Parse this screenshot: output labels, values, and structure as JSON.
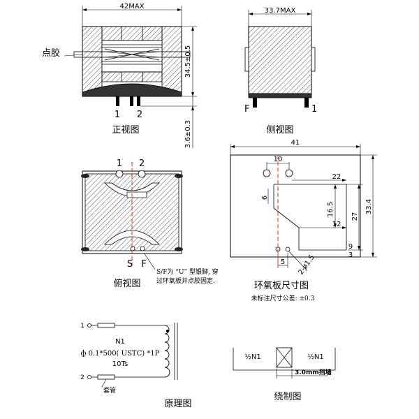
{
  "front": {
    "width_dim": "42MAX",
    "height_dim": "34.5±0.5",
    "pin_dim": "3.6±0.3",
    "glue_label": "点胶",
    "pin1": "1",
    "pin2": "2",
    "caption": "正视图"
  },
  "side": {
    "width_dim": "33.7MAX",
    "pin_f": "F",
    "pin_1": "1",
    "caption": "侧视图"
  },
  "top": {
    "pin1": "1",
    "pin2": "2",
    "mark_s": "S",
    "mark_f": "F",
    "note_line1": "S/F为 “U” 型银脚, 穿",
    "note_line2": "过环氧板并点胶固定.",
    "caption": "俯视图"
  },
  "board": {
    "d41": "41",
    "d10": "10",
    "d22": "22",
    "d6": "6",
    "d165": "16.5",
    "d27": "27",
    "d334": "33.4",
    "d12": "12",
    "d9": "9",
    "d3": "3",
    "d5": "5",
    "hole": "2-ø1.5",
    "caption": "环氧板尺寸图",
    "tolerance": "未标注尺寸公差: ±0.3"
  },
  "schematic": {
    "pin1": "1",
    "pin2": "2",
    "winding": "N1",
    "spec": "ф 0.1*500( USTC) *1P",
    "turns": "10Ts",
    "sleeve": "套管",
    "caption": "原理图"
  },
  "winding": {
    "left_label": "½N1",
    "right_label": "½N1",
    "wall": "3.0mm挡墙",
    "caption": "绕制图"
  }
}
